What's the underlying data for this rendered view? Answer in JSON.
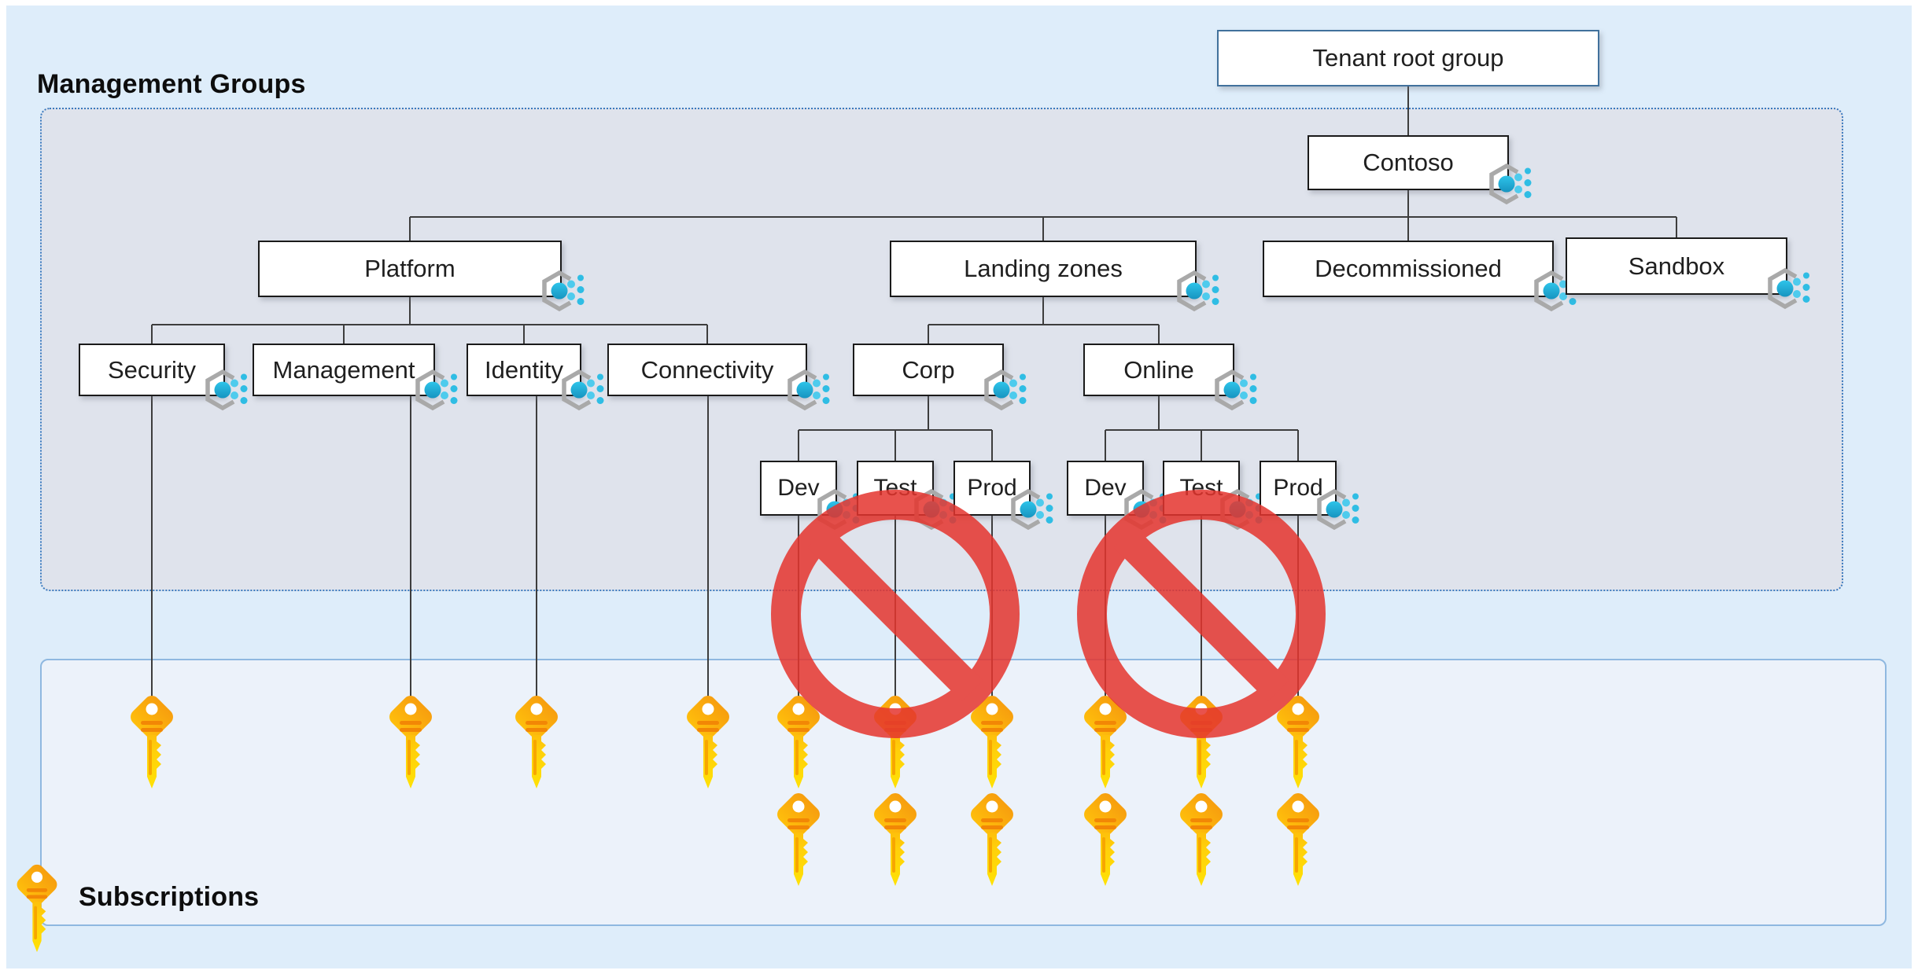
{
  "sections": {
    "management_groups_label": "Management Groups",
    "subscriptions_label": "Subscriptions"
  },
  "nodes": {
    "tenant_root_group": "Tenant root group",
    "contoso": "Contoso",
    "platform": "Platform",
    "landing_zones": "Landing zones",
    "decommissioned": "Decommissioned",
    "sandbox": "Sandbox",
    "security": "Security",
    "management": "Management",
    "identity": "Identity",
    "connectivity": "Connectivity",
    "corp": "Corp",
    "online": "Online",
    "dev": "Dev",
    "test": "Test",
    "prod": "Prod"
  },
  "hierarchy": {
    "label": "Tenant root group",
    "children": [
      {
        "label": "Contoso",
        "children": [
          {
            "label": "Platform",
            "children": [
              {
                "label": "Security",
                "subscriptions": 1
              },
              {
                "label": "Management",
                "subscriptions": 1
              },
              {
                "label": "Identity",
                "subscriptions": 1
              },
              {
                "label": "Connectivity",
                "subscriptions": 1
              }
            ]
          },
          {
            "label": "Landing zones",
            "children": [
              {
                "label": "Corp",
                "children": [
                  {
                    "label": "Dev",
                    "subscriptions": 2,
                    "prohibited": true
                  },
                  {
                    "label": "Test",
                    "subscriptions": 2,
                    "prohibited": true
                  },
                  {
                    "label": "Prod",
                    "subscriptions": 2,
                    "prohibited": false
                  }
                ]
              },
              {
                "label": "Online",
                "children": [
                  {
                    "label": "Dev",
                    "subscriptions": 2,
                    "prohibited": true
                  },
                  {
                    "label": "Test",
                    "subscriptions": 2,
                    "prohibited": true
                  },
                  {
                    "label": "Prod",
                    "subscriptions": 2,
                    "prohibited": false
                  }
                ]
              }
            ]
          },
          {
            "label": "Decommissioned",
            "subscriptions": 0
          },
          {
            "label": "Sandbox",
            "subscriptions": 0
          }
        ]
      }
    ]
  },
  "subscription_keys": {
    "security": 1,
    "management": 1,
    "identity": 1,
    "connectivity": 1,
    "corp_dev": 2,
    "corp_test": 2,
    "corp_prod": 2,
    "online_dev": 2,
    "online_test": 2,
    "online_prod": 2
  },
  "prohibition_signs": [
    {
      "over": "Corp Dev and Test subscription columns"
    },
    {
      "over": "Online Dev and Test subscription columns"
    }
  ],
  "icons": {
    "management_group_icon": "gray open hexagon with blue branching dots",
    "subscription_key_icon": "yellow-orange key",
    "prohibited_icon": "red no-entry circle with diagonal slash"
  },
  "colors": {
    "canvas_bg": "#deedfa",
    "management_groups_panel_bg": "#dfe3ec",
    "management_groups_panel_border": "#3a7abf",
    "subscriptions_panel_bg": "#ecf2fa",
    "subscriptions_panel_border": "#8fb8e0",
    "node_border": "#1a1a1a",
    "tenant_root_border": "#41719c",
    "connector": "#3d3d3d",
    "prohibited_red": "#e5352e",
    "icon_hexagon_gray": "#a9a9a9",
    "icon_dot_blue": "#1fa9d4",
    "key_orange": "#f59b12",
    "key_yellow": "#ffd60a"
  }
}
